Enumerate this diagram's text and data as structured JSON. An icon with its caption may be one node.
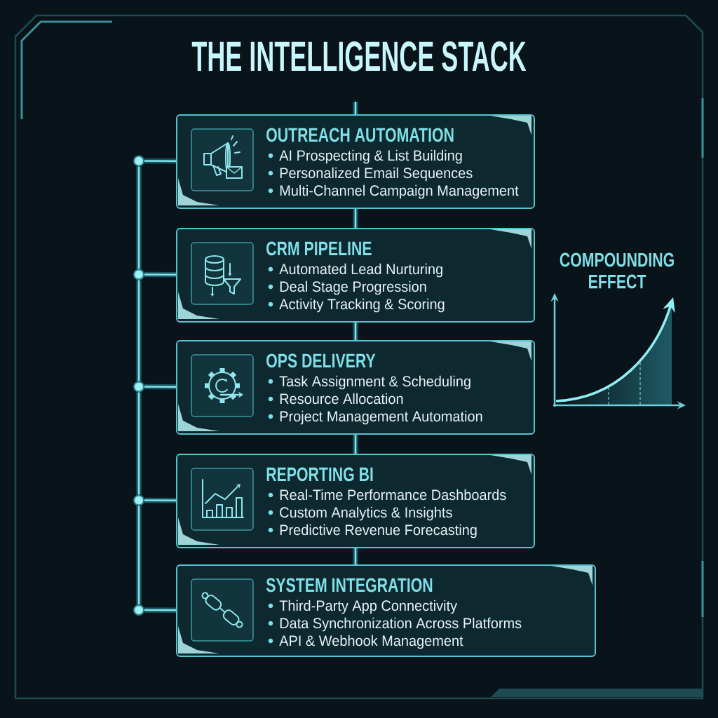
{
  "diagram": {
    "title": "THE INTELLIGENCE STACK",
    "nodes": [
      {
        "text": [
          "OUTREACH AUTOMATION",
          "AI Prospecting & List Building",
          "Personalized Email Sequences",
          "Multi-Channel Campaign Management"
        ]
      },
      {
        "text": [
          "CRM PIPELINE",
          "Automated Lead Nurturing",
          "Deal Stage Progression",
          "Activity Tracking & Scoring"
        ]
      },
      {
        "text": [
          "OPS DELIVERY",
          "Task Assignment & Scheduling",
          "Resource Allocation",
          "Project Management Automation"
        ]
      },
      {
        "text": [
          "REPORTING BI",
          "Real-Time Performance Dashboards",
          "Custom Analytics & Insights",
          "Predictive Revenue Forecasting"
        ]
      },
      {
        "text": [
          "SYSTEM INTEGRATION",
          "Third-Party App Connectivity",
          "Data Synchronization Across Platforms",
          "API & Webhook Management"
        ]
      },
      {
        "text": [],
        "shape": "circle"
      },
      {
        "text": [],
        "shape": "circle"
      },
      {
        "text": [],
        "shape": "circle"
      },
      {
        "text": [],
        "shape": "circle"
      },
      {
        "text": [],
        "shape": "circle"
      }
    ],
    "edges": [
      {
        "from": null,
        "to": 0,
        "arrow": "none"
      },
      {
        "from": 0,
        "to": 1,
        "arrow": "none"
      },
      {
        "from": 1,
        "to": 2,
        "arrow": "none"
      },
      {
        "from": 2,
        "to": 3,
        "arrow": "none"
      },
      {
        "from": 3,
        "to": 4,
        "arrow": "none"
      },
      {
        "from": 5,
        "to": 0,
        "arrow": "none"
      },
      {
        "from": 6,
        "to": 1,
        "arrow": "none"
      },
      {
        "from": 7,
        "to": 2,
        "arrow": "none"
      },
      {
        "from": 8,
        "to": 3,
        "arrow": "none"
      },
      {
        "from": 9,
        "to": 4,
        "arrow": "none"
      },
      {
        "from": 5,
        "to": 6,
        "arrow": "none"
      },
      {
        "from": 6,
        "to": 7,
        "arrow": "none"
      },
      {
        "from": 7,
        "to": 8,
        "arrow": "none"
      },
      {
        "from": 8,
        "to": 9,
        "arrow": "none"
      }
    ],
    "labels": [
      "COMPOUNDING EFFECT"
    ]
  }
}
